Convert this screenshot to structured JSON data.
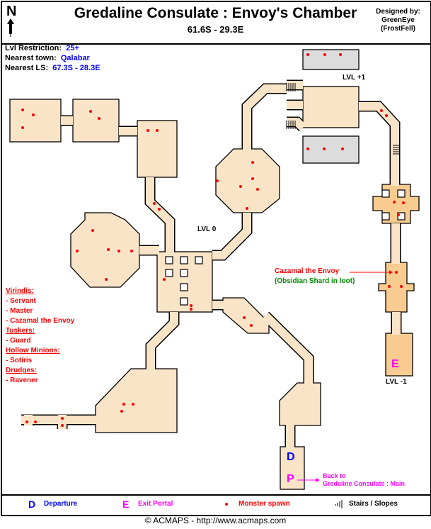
{
  "header": {
    "north": "N",
    "title": "Gredaline Consulate : Envoy's Chamber",
    "coords": "61.6S - 29.3E",
    "designed_by_label": "Designed by:",
    "designer": "GreenEye",
    "designer_server": "(FrostFell)"
  },
  "info": {
    "lvl_label": "Lvl Restriction:",
    "lvl_value": "25+",
    "town_label": "Nearest town:",
    "town_value": "Qalabar",
    "ls_label": "Nearest LS:",
    "ls_value": "67.3S - 28.3E"
  },
  "map": {
    "level_up": "LVL +1",
    "level_0": "LVL 0",
    "level_down": "LVL -1",
    "boss_label": "Cazamal the Envoy",
    "boss_loot": "(Obsidian Shard in loot)",
    "departure_marker": "D",
    "portal_marker": "P",
    "exit_marker": "E",
    "portal_dest_1": "Back to",
    "portal_dest_2": "Gredaline Consulate : Main"
  },
  "monsters": [
    {
      "group": "Virindis:",
      "members": [
        "- Servant",
        "- Master",
        "- Cazamal the Envoy"
      ]
    },
    {
      "group": "Tuskers:",
      "members": [
        "- Guard"
      ]
    },
    {
      "group": "Hollow Minions:",
      "members": [
        "- Sotiris"
      ]
    },
    {
      "group": "Drudges:",
      "members": [
        "- Ravener"
      ]
    }
  ],
  "legend": {
    "departure_symbol": "D",
    "departure": "Departure",
    "exit_symbol": "E",
    "exit": "Exit Portal",
    "spawn": "Monster spawn",
    "stairs": "Stairs / Slopes"
  },
  "footer": "© ACMAPS - http://www.acmaps.com",
  "colors": {
    "room": "#f9e4c8",
    "room_lower": "#f8cc90",
    "room_upper": "#dcdcdc",
    "spawn": "#ff0000",
    "blue": "#0000ff",
    "magenta": "#ff00ff",
    "green": "#008800"
  }
}
